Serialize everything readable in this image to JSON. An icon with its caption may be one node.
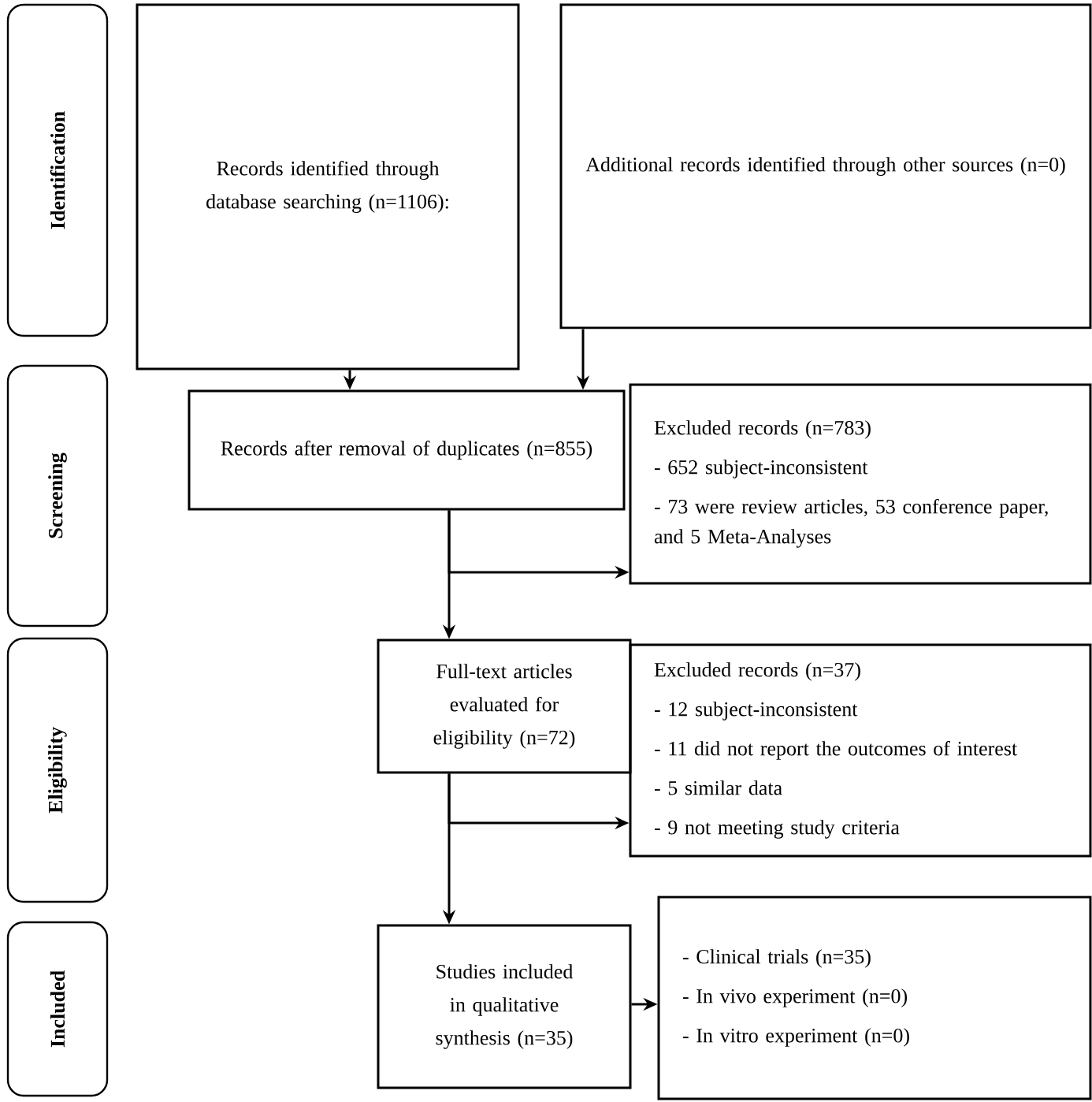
{
  "diagram": {
    "nodes": [
      {
        "text": [
          "Identification"
        ]
      },
      {
        "text": [
          "Screening"
        ]
      },
      {
        "text": [
          "Eligibility"
        ]
      },
      {
        "text": [
          "Included"
        ]
      },
      {
        "text": [
          "Records identified through database searching (n=1106):"
        ]
      },
      {
        "text": [
          "Additional records identified through other sources (n=0)"
        ]
      },
      {
        "text": [
          "Records after removal of duplicates (n=855)"
        ]
      },
      {
        "text": [
          "Excluded records (n=783)",
          "- 652 subject-inconsistent",
          "- 73 were review articles, 53 conference paper, and 5 Meta-Analyses"
        ]
      },
      {
        "text": [
          "Full-text articles evaluated for eligibility (n=72)"
        ]
      },
      {
        "text": [
          "Excluded records (n=37)",
          "- 12 subject-inconsistent",
          "- 11 did not report the outcomes of interest",
          "- 5 similar data",
          "- 9 not meeting study criteria"
        ]
      },
      {
        "text": [
          "Studies included in qualitative synthesis (n=35)"
        ]
      },
      {
        "text": [
          "- Clinical trials (n=35)",
          "- In vivo experiment (n=0)",
          "- In vitro experiment (n=0)"
        ]
      }
    ],
    "edges": [
      {
        "from": 4,
        "to": 6,
        "arrow": "to"
      },
      {
        "from": 5,
        "to": 6,
        "arrow": "to"
      },
      {
        "from": 6,
        "to": 8,
        "arrow": "to"
      },
      {
        "from": 6,
        "to": 7,
        "arrow": "to"
      },
      {
        "from": 8,
        "to": 10,
        "arrow": "to"
      },
      {
        "from": 8,
        "to": 9,
        "arrow": "to"
      },
      {
        "from": 10,
        "to": 11,
        "arrow": "to"
      }
    ]
  }
}
